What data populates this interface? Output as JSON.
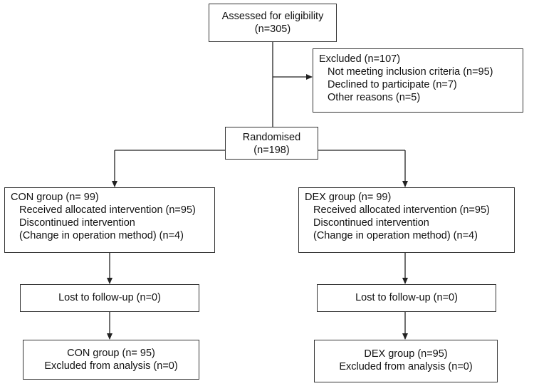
{
  "assessed": {
    "title": "Assessed for eligibility",
    "count": "(n=305)"
  },
  "excluded": {
    "title": "Excluded  (n=107)",
    "reasons": [
      "Not meeting inclusion criteria (n=95)",
      "Declined to participate (n=7)",
      "Other reasons (n=5)"
    ]
  },
  "randomised": {
    "title": "Randomised",
    "count": "(n=198)"
  },
  "con": {
    "allocation": {
      "title": "CON group (n= 99)",
      "lines": [
        "Received allocated intervention (n=95)",
        "Discontinued intervention",
        "(Change in operation method) (n=4)"
      ]
    },
    "followup": "Lost to follow-up (n=0)",
    "analysis": {
      "title": "CON group (n= 95)",
      "excluded": "Excluded from analysis (n=0)"
    }
  },
  "dex": {
    "allocation": {
      "title": "DEX group (n= 99)",
      "lines": [
        "Received allocated intervention (n=95)",
        "Discontinued intervention",
        "(Change in operation method) (n=4)"
      ]
    },
    "followup": "Lost to follow-up (n=0)",
    "analysis": {
      "title": "DEX group (n=95)",
      "excluded": "Excluded from analysis (n=0)"
    }
  }
}
